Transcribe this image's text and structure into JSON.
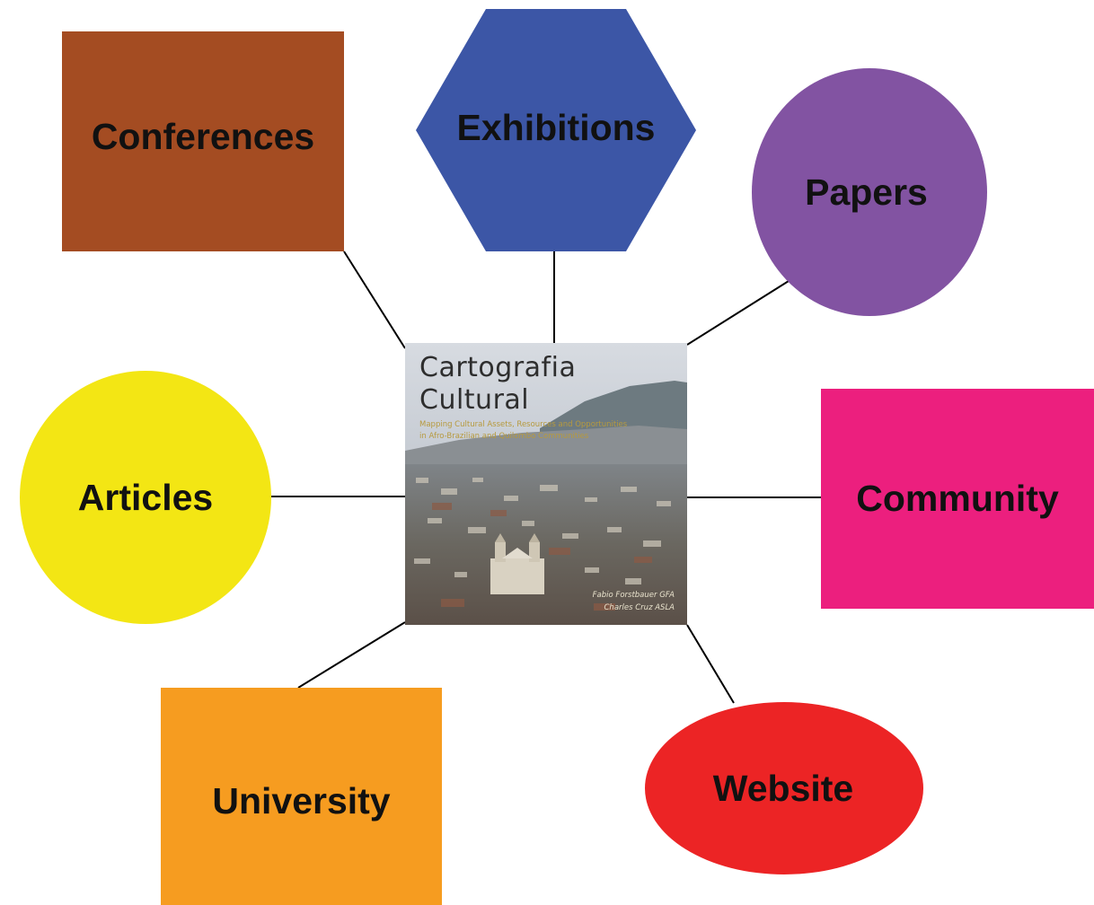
{
  "center": {
    "title_line1": "Cartografia",
    "title_line2": "Cultural",
    "subtitle_line1": "Mapping Cultural Assets, Resources and Opportunities",
    "subtitle_line2": "in Afro-Brazilian and Quilombo Communities",
    "author_line1": "Fabio Forstbauer GFA",
    "author_line2": "Charles Cruz ASLA"
  },
  "nodes": {
    "conferences": {
      "label": "Conferences",
      "color": "#a44c22"
    },
    "exhibitions": {
      "label": "Exhibitions",
      "color": "#3c56a6"
    },
    "papers": {
      "label": "Papers",
      "color": "#8253a2"
    },
    "articles": {
      "label": "Articles",
      "color": "#f3e614"
    },
    "community": {
      "label": "Community",
      "color": "#ec1f7e"
    },
    "university": {
      "label": "University",
      "color": "#f69c20"
    },
    "website": {
      "label": "Website",
      "color": "#ec2425"
    }
  }
}
